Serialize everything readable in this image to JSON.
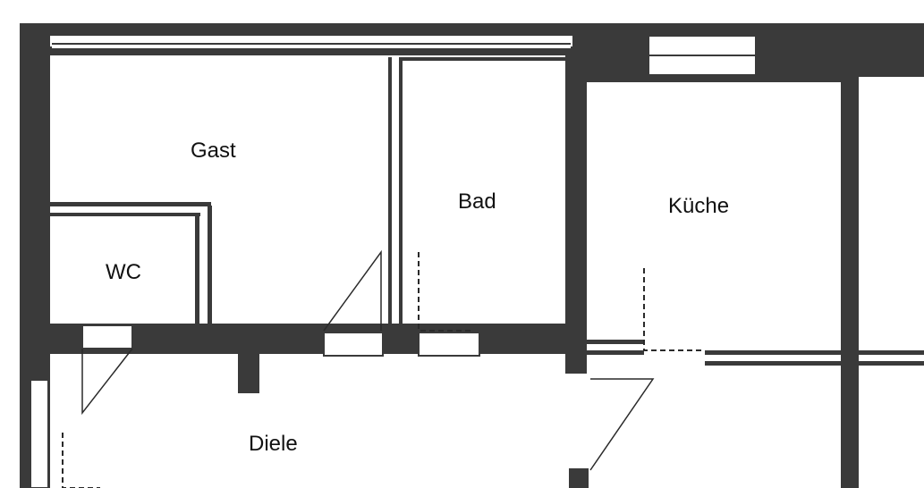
{
  "floorplan": {
    "rooms": [
      {
        "id": "gast",
        "label": "Gast"
      },
      {
        "id": "bad",
        "label": "Bad"
      },
      {
        "id": "kueche",
        "label": "Küche"
      },
      {
        "id": "wc",
        "label": "WC"
      },
      {
        "id": "diele",
        "label": "Diele"
      }
    ]
  }
}
